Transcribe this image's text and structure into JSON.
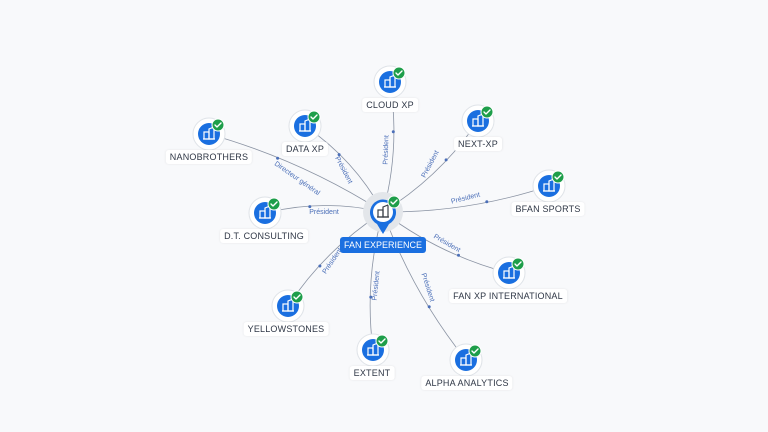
{
  "colors": {
    "node_blue": "#1a6fe0",
    "check_green": "#1e9e4a",
    "edge": "#8a93a3",
    "edge_label": "#4b6fb8",
    "center_halo": "#e3e6ea"
  },
  "center": {
    "label": "FAN EXPERIENCE",
    "icon": "building-icon"
  },
  "nodes": [
    {
      "id": "cloud-xp",
      "label": "CLOUD XP",
      "relation": "Président",
      "icon": "building-icon",
      "verified": true
    },
    {
      "id": "next-xp",
      "label": "NEXT-XP",
      "relation": "Président",
      "icon": "building-icon",
      "verified": true
    },
    {
      "id": "bfan-sports",
      "label": "BFAN SPORTS",
      "relation": "Président",
      "icon": "building-icon",
      "verified": true
    },
    {
      "id": "fan-xp-international",
      "label": "FAN XP INTERNATIONAL",
      "relation": "Président",
      "icon": "building-icon",
      "verified": true
    },
    {
      "id": "alpha-analytics",
      "label": "ALPHA ANALYTICS",
      "relation": "Président",
      "icon": "building-icon",
      "verified": true
    },
    {
      "id": "extent",
      "label": "EXTENT",
      "relation": "Président",
      "icon": "building-icon",
      "verified": true
    },
    {
      "id": "yellowstones",
      "label": "YELLOWSTONES",
      "relation": "Président",
      "icon": "building-icon",
      "verified": true
    },
    {
      "id": "dt-consulting",
      "label": "D.T. CONSULTING",
      "relation": "Président",
      "icon": "building-icon",
      "verified": true
    },
    {
      "id": "nanobrothers",
      "label": "NANOBROTHERS",
      "relation": "Directeur général",
      "icon": "building-icon",
      "verified": true
    },
    {
      "id": "data-xp",
      "label": "DATA XP",
      "relation": "Président",
      "icon": "building-icon",
      "verified": true
    }
  ]
}
